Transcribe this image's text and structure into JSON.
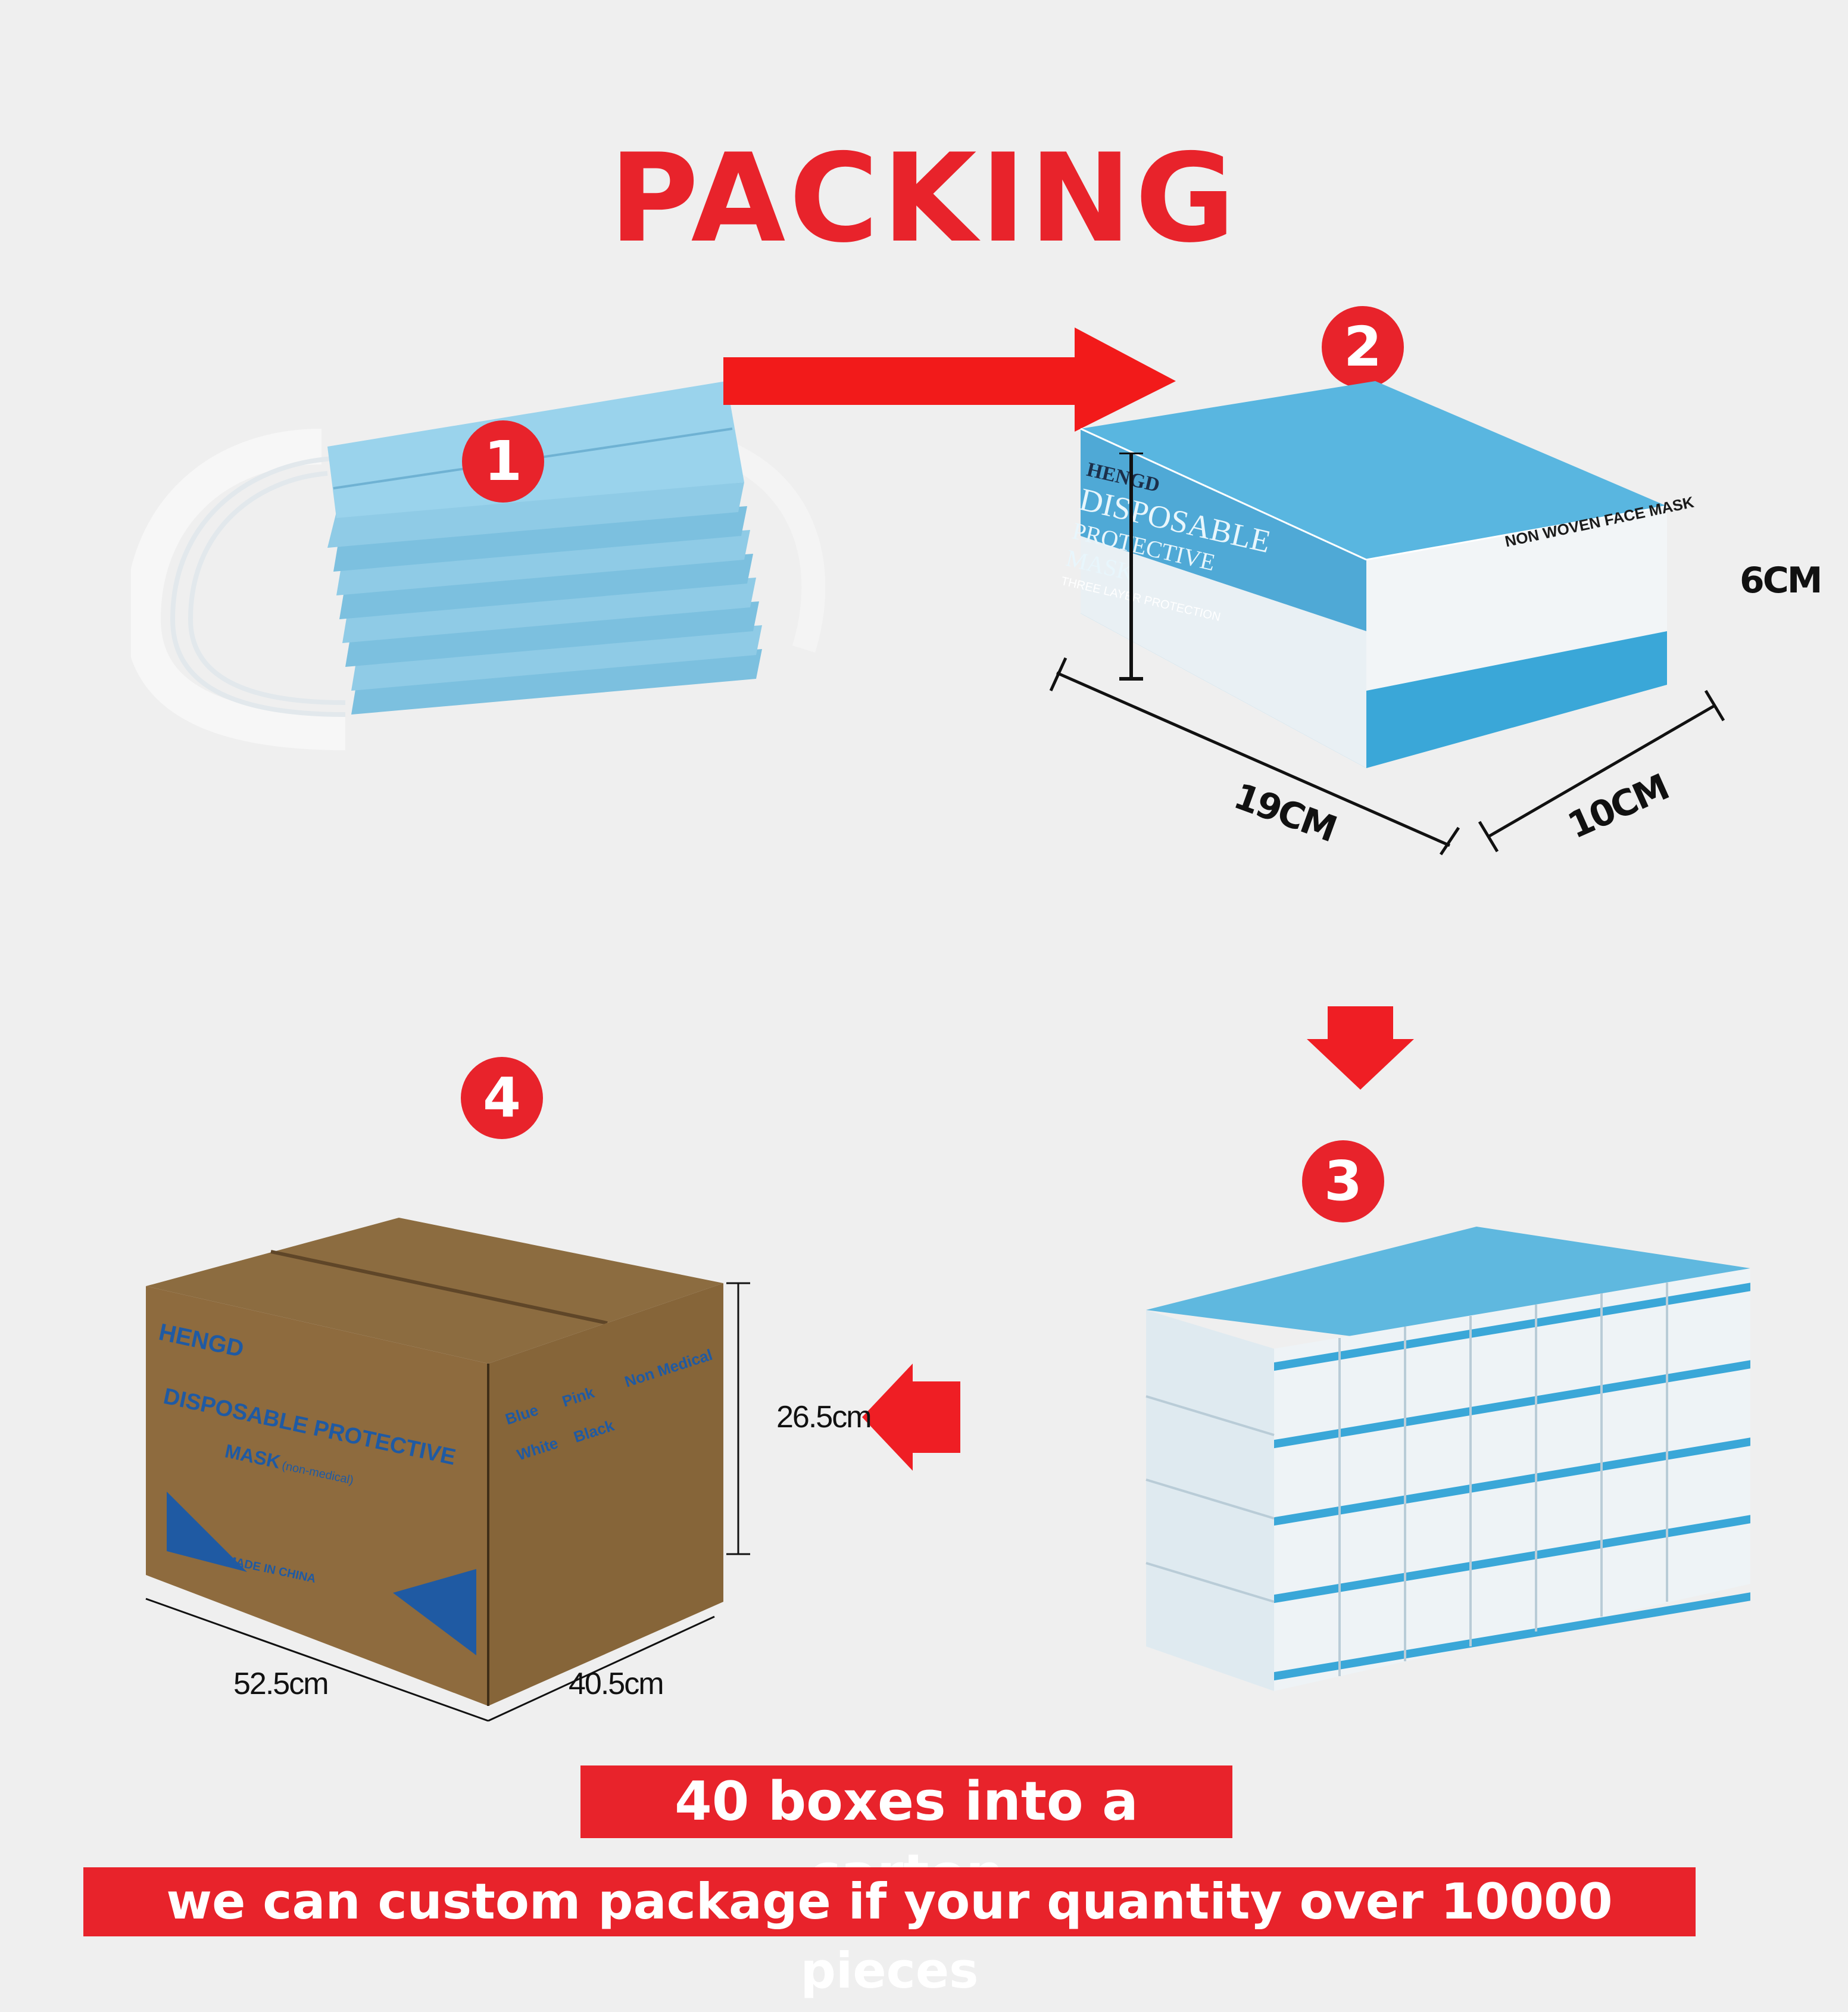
{
  "title": "PACKING",
  "steps": [
    "1",
    "2",
    "3",
    "4"
  ],
  "box": {
    "brand": "HENGD",
    "line1": "DISPOSABLE",
    "line2": "PROTECTIVE",
    "line3": "MASK",
    "tag": "THREE LAYER PROTECTION",
    "side_title": "NON WOVEN FACE MASK",
    "dims": {
      "length": "19CM",
      "width": "10CM",
      "height": "6CM"
    }
  },
  "carton": {
    "brand": "HENGD",
    "title": "DISPOSABLE PROTECTIVE",
    "subtitle": "MASK",
    "subnote": "(non-medical)",
    "made_in": "MADE IN CHINA",
    "options": [
      "Blue",
      "Pink",
      "Non Medical",
      "White",
      "Black"
    ],
    "dims": {
      "length": "52.5cm",
      "width": "40.5cm",
      "height": "26.5cm"
    }
  },
  "banner_carton": "40 boxes into a carton",
  "banner_custom": "we can custom package if your quantity over 10000 pieces",
  "colors": {
    "accent": "#e8232b",
    "mask_blue": "#8fcbe6",
    "carton_brown": "#8a6a3e",
    "box_blue": "#3aa7d8"
  }
}
